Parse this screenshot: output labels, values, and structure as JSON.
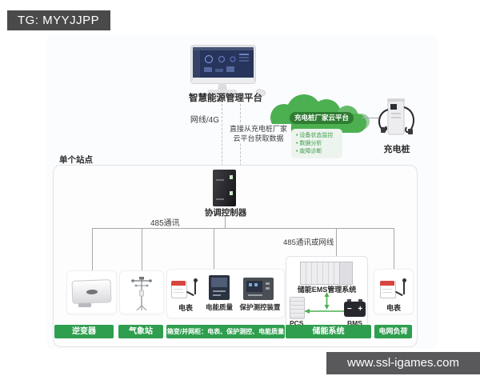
{
  "header": {
    "tag_label": "TG: MYYJJPP"
  },
  "platform": {
    "label": "智慧能源管理平台"
  },
  "cloud": {
    "title": "充电桩厂家云平台",
    "features": [
      "设备状态监控",
      "数据分析",
      "故障诊断"
    ]
  },
  "charger": {
    "label": "充电桩"
  },
  "connections": {
    "net_4g": "网线/4G",
    "direct_line1": "直接从充电桩厂家",
    "direct_line2": "云平台获取数据",
    "rs485": "485通讯",
    "rs485_or_net": "485通讯或网线"
  },
  "site": {
    "label": "单个站点",
    "controller_label": "协调控制器"
  },
  "devices": {
    "meter1_label": "电表",
    "power_quality_label": "电能质量",
    "protection_label": "保护测控装置",
    "ems_label": "储能EMS管理系统",
    "pcs_label": "PCS",
    "bms_label": "BMS",
    "bms_minus": "−",
    "bms_plus": "+",
    "meter2_label": "电表"
  },
  "bottom_labels": [
    "逆变器",
    "气象站",
    "箱变/并网柜：电表、保护测控、电能质量",
    "储能系统",
    "电网负荷"
  ],
  "watermark": {
    "text": "www.ssl-igames.com"
  },
  "colors": {
    "accent_green": "#2f9e4f",
    "cloud_green": "#4caf50",
    "cloud_pill_green": "#2e7d32",
    "badge_gray": "#4a4a4b",
    "connector_gray": "#a5a8ad"
  }
}
